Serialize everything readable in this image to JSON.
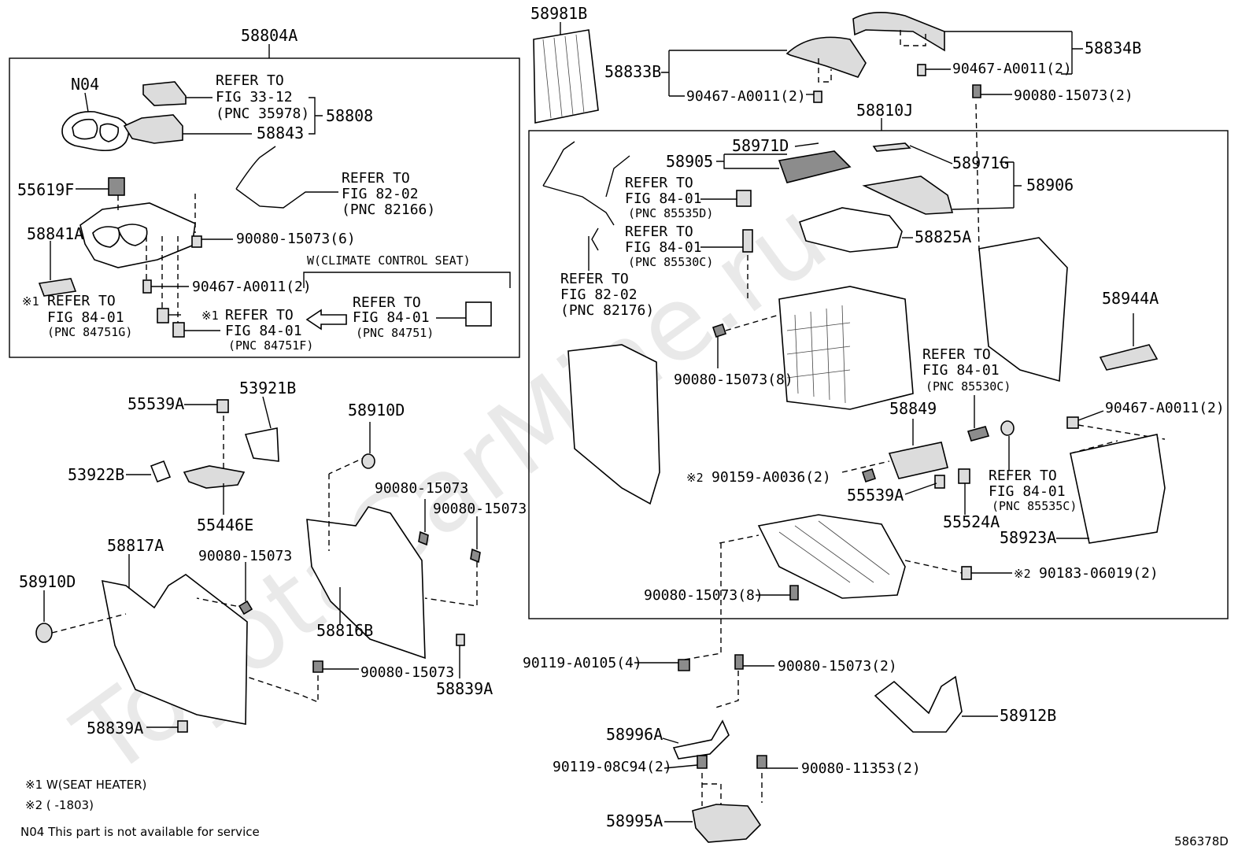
{
  "diagram_id": "586378D",
  "watermark": "ToyotaCarMine.ru",
  "groups": {
    "g1": "58804A",
    "g2": "58810J"
  },
  "labels": {
    "p58808": "58808",
    "p58843": "58843",
    "pN04": "N04",
    "p55619F": "55619F",
    "p58841A": "58841A",
    "b90080_6": "90080-15073(6)",
    "b90467_2a": "90467-A0011(2)",
    "climate": "W(CLIMATE CONTROL SEAT)",
    "p53921B": "53921B",
    "p55539A_l": "55539A",
    "p53922B": "53922B",
    "p55446E": "55446E",
    "p58910D_t": "58910D",
    "p58817A": "58817A",
    "b90080_c": "90080-15073",
    "p58910D_l": "58910D",
    "p58839A_l": "58839A",
    "b90080_m1": "90080-15073",
    "b90080_m2": "90080-15073",
    "p58816B": "58816B",
    "b90080_m3": "90080-15073",
    "p58839A_r": "58839A",
    "p58981B": "58981B",
    "p58833B": "58833B",
    "b90467_2b": "90467-A0011(2)",
    "b90467_2c": "90467-A0011(2)",
    "p58834B": "58834B",
    "b90080_2a": "90080-15073(2)",
    "p58905": "58905",
    "p58971D": "58971D",
    "p58971G": "58971G",
    "p58906": "58906",
    "p58825A": "58825A",
    "p58944A": "58944A",
    "b90080_8a": "90080-15073(8)",
    "p58849": "58849",
    "b90467_2d": "90467-A0011(2)",
    "b90159": "90159-A0036(2)",
    "p55539A_r": "55539A",
    "p55524A": "55524A",
    "p58923A": "58923A",
    "b90183": "90183-06019(2)",
    "b90080_8b": "90080-15073(8)",
    "b90119_a": "90119-A0105(4)",
    "b90080_2b": "90080-15073(2)",
    "p58912B": "58912B",
    "p58996A": "58996A",
    "b90119_c": "90119-08C94(2)",
    "b90080_11353": "90080-11353(2)",
    "p58995A": "58995A"
  },
  "refs": {
    "r1": [
      "REFER TO",
      "FIG 33-12",
      "(PNC 35978)"
    ],
    "r2": [
      "REFER TO",
      "FIG 82-02",
      "(PNC 82166)"
    ],
    "r3": [
      "REFER TO",
      "FIG 84-01",
      "(PNC 84751G)"
    ],
    "r4": [
      "REFER TO",
      "FIG 84-01",
      "(PNC 84751F)"
    ],
    "r5": [
      "REFER TO",
      "FIG 84-01",
      "(PNC 84751)"
    ],
    "r6": [
      "REFER TO",
      "FIG 84-01",
      "(PNC 85535D)"
    ],
    "r7": [
      "REFER TO",
      "FIG 84-01",
      "(PNC 85530C)"
    ],
    "r8": [
      "REFER TO",
      "FIG 82-02",
      "(PNC 82176)"
    ],
    "r9": [
      "REFER TO",
      "FIG 84-01",
      "(PNC 85530C)"
    ],
    "r10": [
      "REFER TO",
      "FIG 84-01",
      "(PNC 85535C)"
    ]
  },
  "marks": {
    "m1": "※1",
    "m2": "※2"
  },
  "notes": {
    "n1": "※1 W(SEAT HEATER)",
    "n2": "※2 (     -1803)",
    "n3": "N04 This part is not available for service"
  }
}
